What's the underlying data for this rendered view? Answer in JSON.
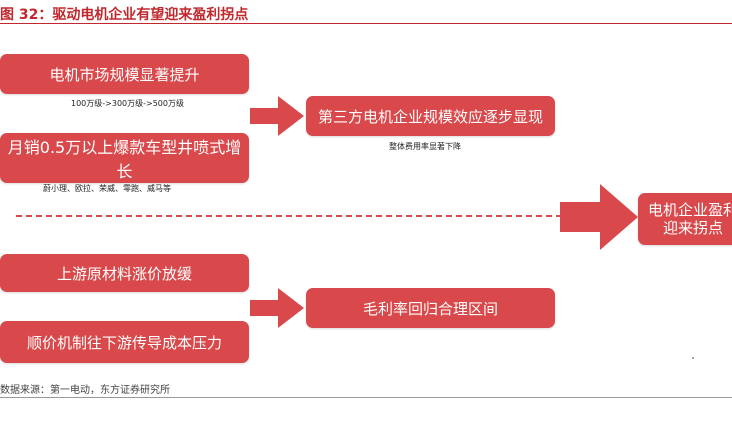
{
  "title": "图 32：驱动电机企业有望迎来盈利拐点",
  "boxes": {
    "market_scale": "电机市场规模显著提升",
    "hot_models": "月销0.5万以上爆款车型井喷式增长",
    "third_party_scale": "第三方电机企业规模效应逐步显现",
    "raw_material": "上游原材料涨价放缓",
    "pass_cost": "顺价机制往下游传导成本压力",
    "gross_margin": "毛利率回归合理区间",
    "profit_inflection_line1": "电机企业盈利",
    "profit_inflection_line2": "迎来拐点"
  },
  "notes": {
    "market_scale_note": "100万级->300万级->500万级",
    "hot_models_note": "蔚小理、欧拉、荣威、零跑、威马等",
    "third_party_note": "整体费用率显著下降"
  },
  "source": "数据来源：第一电动，东方证券研究所",
  "colors": {
    "accent": "#d9484a",
    "title": "#c0282d"
  }
}
